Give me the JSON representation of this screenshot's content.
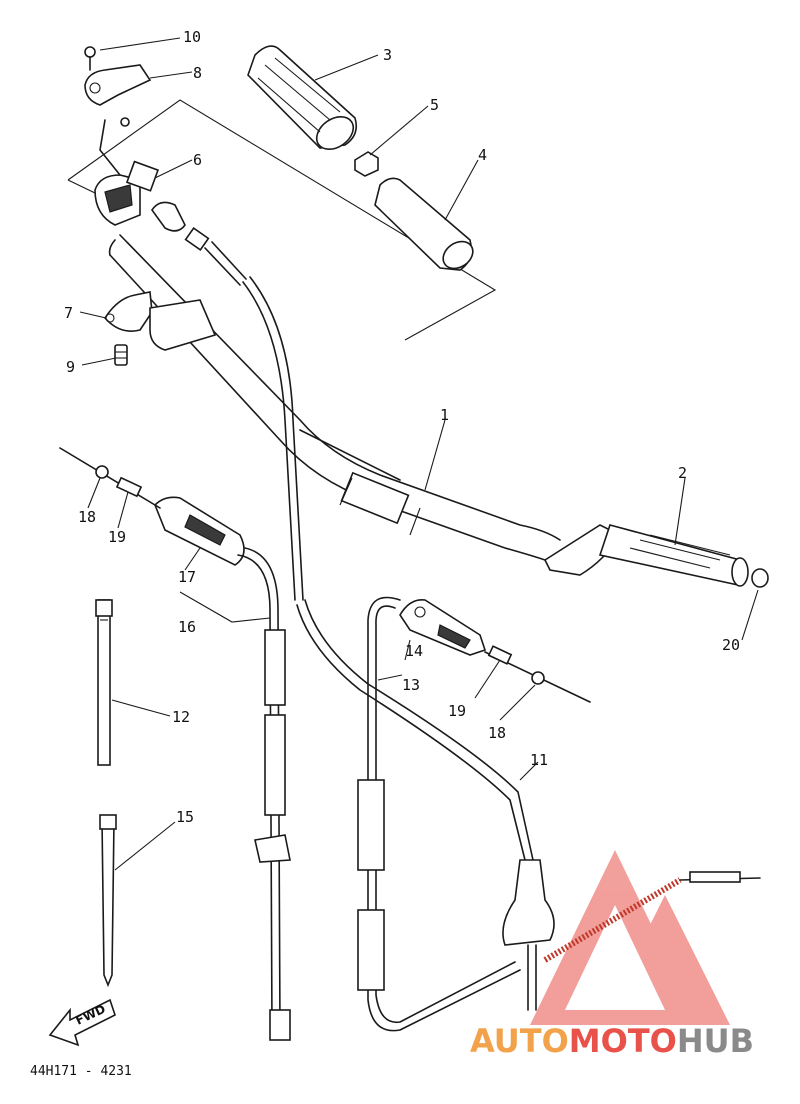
{
  "diagram": {
    "drawing_code": "44H171 - 4231",
    "fwd_label": "FWD",
    "callouts": [
      {
        "id": "1",
        "label": "1"
      },
      {
        "id": "2",
        "label": "2"
      },
      {
        "id": "3",
        "label": "3"
      },
      {
        "id": "4",
        "label": "4"
      },
      {
        "id": "5",
        "label": "5"
      },
      {
        "id": "6",
        "label": "6"
      },
      {
        "id": "7",
        "label": "7"
      },
      {
        "id": "8",
        "label": "8"
      },
      {
        "id": "9",
        "label": "9"
      },
      {
        "id": "10",
        "label": "10"
      },
      {
        "id": "11",
        "label": "11"
      },
      {
        "id": "12",
        "label": "12"
      },
      {
        "id": "13",
        "label": "13"
      },
      {
        "id": "14",
        "label": "14"
      },
      {
        "id": "15",
        "label": "15"
      },
      {
        "id": "16",
        "label": "16"
      },
      {
        "id": "17",
        "label": "17"
      },
      {
        "id": "18a",
        "label": "18"
      },
      {
        "id": "18b",
        "label": "18"
      },
      {
        "id": "19a",
        "label": "19"
      },
      {
        "id": "19b",
        "label": "19"
      },
      {
        "id": "20",
        "label": "20"
      }
    ]
  },
  "watermark": {
    "part1": "AUTO",
    "part2": "MOTO",
    "part3": "HUB",
    "color_orange": "#f2a24a",
    "color_red": "#e8524a",
    "color_gray": "#8a8a8a"
  }
}
